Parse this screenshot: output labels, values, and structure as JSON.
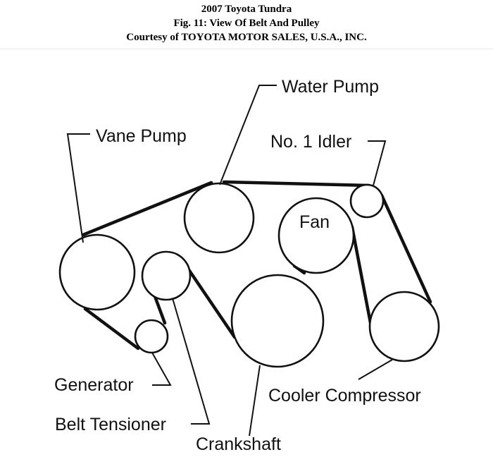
{
  "header": {
    "title": "2007 Toyota Tundra",
    "figure": "Fig. 11: View Of Belt And Pulley",
    "courtesy": "Courtesy of TOYOTA MOTOR SALES, U.S.A., INC."
  },
  "labels": {
    "water_pump": "Water Pump",
    "vane_pump": "Vane Pump",
    "no1_idler": "No. 1 Idler",
    "fan": "Fan",
    "generator": "Generator",
    "belt_tensioner": "Belt Tensioner",
    "crankshaft": "Crankshaft",
    "cooler_compressor": "Cooler Compressor"
  }
}
